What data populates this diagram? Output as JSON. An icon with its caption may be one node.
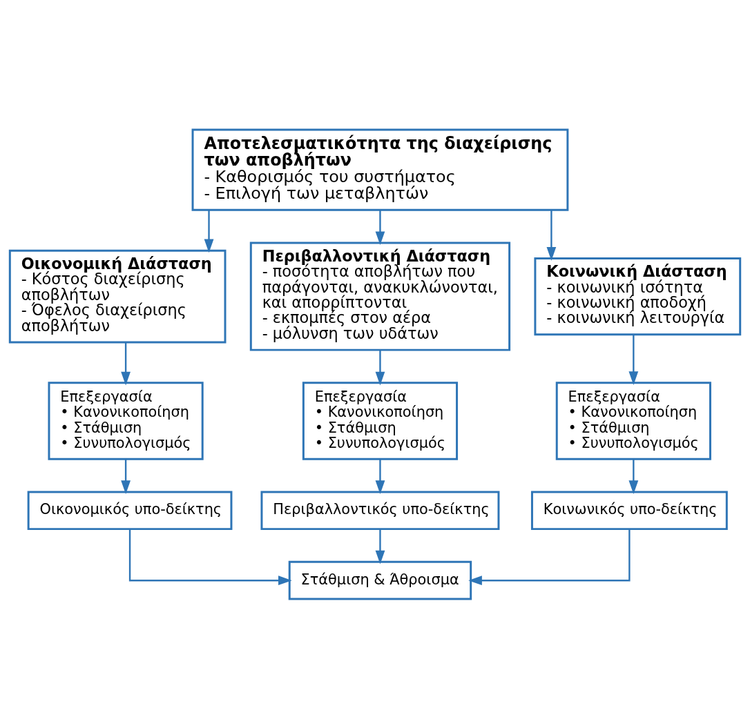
{
  "diagram": {
    "nodes": [
      {
        "text": [
          "Αποτελεσματικότητα της διαχείρισης των αποβλήτων",
          "- Καθορισμός του συστήματος",
          "- Επιλογή των μεταβλητών"
        ]
      },
      {
        "text": [
          "Οικονομική Διάσταση",
          "- Κόστος διαχείρισης αποβλήτων",
          "- Όφελος διαχείρισης αποβλήτων"
        ]
      },
      {
        "text": [
          "Περιβαλλοντική Διάσταση",
          "- ποσότητα αποβλήτων που παράγονται, ανακυκλώνονται, και απορρίπτονται",
          "- εκπομπές στον αέρα",
          "- μόλυνση των υδάτων"
        ]
      },
      {
        "text": [
          "Κοινωνική Διάσταση",
          "- κοινωνική ισότητα",
          "- κοινωνική αποδοχή",
          "- κοινωνική λειτουργία"
        ]
      },
      {
        "text": [
          "Επεξεργασία",
          "• Κανονικοποίηση",
          "• Στάθμιση",
          "• Συνυπολογισμός"
        ]
      },
      {
        "text": [
          "Επεξεργασία",
          "• Κανονικοποίηση",
          "• Στάθμιση",
          "• Συνυπολογισμός"
        ]
      },
      {
        "text": [
          "Επεξεργασία",
          "• Κανονικοποίηση",
          "• Στάθμιση",
          "• Συνυπολογισμός"
        ]
      },
      {
        "text": [
          "Οικονομικός υπο-δείκτης"
        ]
      },
      {
        "text": [
          "Περιβαλλοντικός υπο-δείκτης"
        ]
      },
      {
        "text": [
          "Κοινωνικός υπο-δείκτης"
        ]
      },
      {
        "text": [
          "Στάθμιση & Άθροισμα"
        ]
      }
    ],
    "edges": [
      {
        "from": 0,
        "to": 1,
        "arrow": "to"
      },
      {
        "from": 0,
        "to": 2,
        "arrow": "to"
      },
      {
        "from": 0,
        "to": 3,
        "arrow": "to"
      },
      {
        "from": 1,
        "to": 4,
        "arrow": "to"
      },
      {
        "from": 2,
        "to": 5,
        "arrow": "to"
      },
      {
        "from": 3,
        "to": 6,
        "arrow": "to"
      },
      {
        "from": 4,
        "to": 7,
        "arrow": "to"
      },
      {
        "from": 5,
        "to": 8,
        "arrow": "to"
      },
      {
        "from": 6,
        "to": 9,
        "arrow": "to"
      },
      {
        "from": 7,
        "to": 10,
        "arrow": "to"
      },
      {
        "from": 8,
        "to": 10,
        "arrow": "to"
      },
      {
        "from": 9,
        "to": 10,
        "arrow": "to"
      }
    ]
  }
}
